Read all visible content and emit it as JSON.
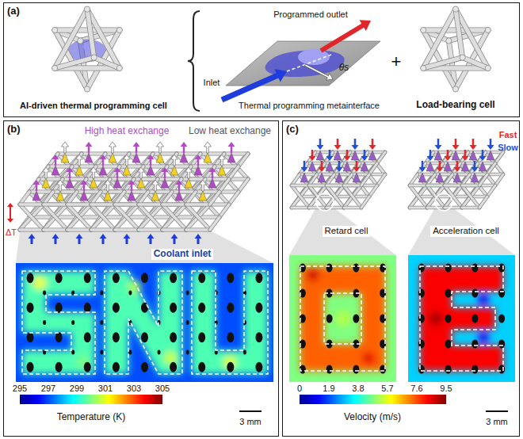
{
  "diagram": {
    "nodes": [
      {
        "text": [
          "(a)"
        ]
      },
      {
        "text": [
          "(b)"
        ]
      },
      {
        "text": [
          "(c)"
        ]
      }
    ],
    "labels": [
      "AI-driven thermal programming cell",
      "Inlet",
      "Programmed outlet",
      "θs",
      "Thermal programming metainterface",
      "+",
      "Load-bearing cell",
      "High heat exchange",
      "Low heat exchange",
      "ΔT",
      "Coolant inlet",
      "295",
      "297",
      "299",
      "301",
      "303",
      "305",
      "Temperature (K)",
      "3 mm",
      "Fast",
      "Slow",
      "Retard cell",
      "Acceleration cell",
      "0",
      "1.9",
      "3.8",
      "5.7",
      "7.6",
      "9.5",
      "Velocity (m/s)",
      "3 mm"
    ]
  }
}
